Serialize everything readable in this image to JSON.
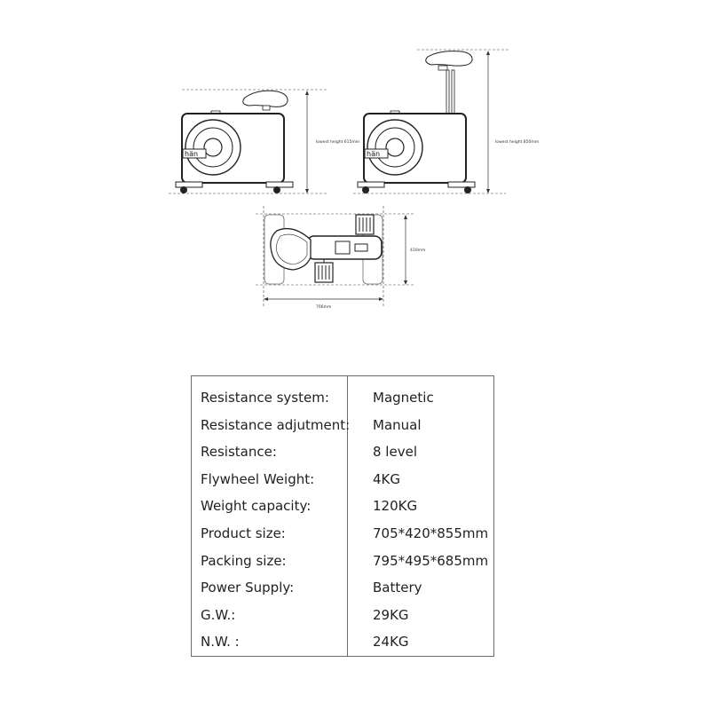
{
  "diagram": {
    "low_view_label": "lowest height 615mm",
    "high_view_label": "lowest height 850mm",
    "top_view_width_label": "410mm",
    "top_view_length_label": "706mm",
    "brand_text": "hän"
  },
  "specs": [
    {
      "label": "Resistance system:",
      "value": "Magnetic"
    },
    {
      "label": "Resistance adjutment:",
      "value": "Manual"
    },
    {
      "label": "Resistance:",
      "value": "8 level"
    },
    {
      "label": "Flywheel Weight:",
      "value": "4KG"
    },
    {
      "label": "Weight capacity:",
      "value": "120KG"
    },
    {
      "label": "Product size:",
      "value": "705*420*855mm"
    },
    {
      "label": "Packing size:",
      "value": "795*495*685mm"
    },
    {
      "label": "Power Supply:",
      "value": "Battery"
    },
    {
      "label": "G.W.:",
      "value": "29KG"
    },
    {
      "label": "N.W. :",
      "value": "24KG"
    }
  ]
}
